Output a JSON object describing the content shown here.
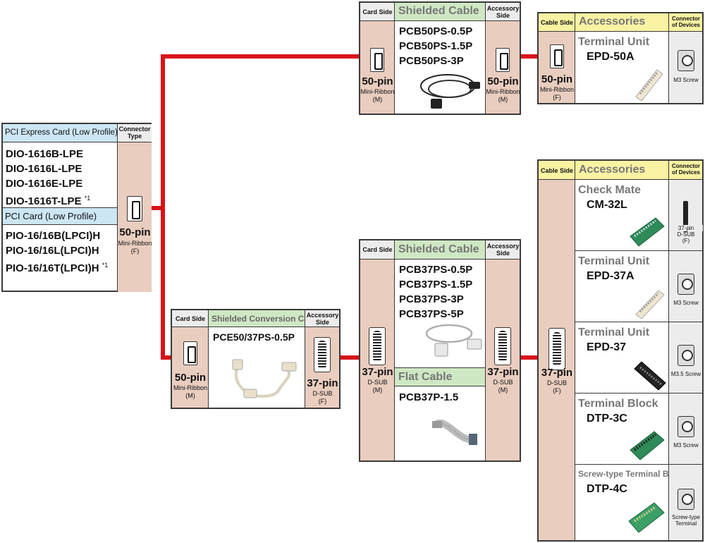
{
  "colors": {
    "cable_line": "#d8121a",
    "pink": "#e9cdbf",
    "green_header": "#cfe8c4",
    "yellow_header": "#f8f2a2",
    "blue_header": "#cce6f4"
  },
  "board": {
    "pcie_header": "PCI Express Card (Low Profile)",
    "connector_type_label": "Connector Type",
    "pcie_items": [
      "DIO-1616B-LPE",
      "DIO-1616L-LPE",
      "DIO-1616E-LPE",
      "DIO-1616T-LPE"
    ],
    "pcie_note": "*1",
    "pci_header": "PCI Card (Low Profile)",
    "pci_items": [
      "PIO-16/16B(LPCI)H",
      "PIO-16/16L(LPCI)H",
      "PIO-16/16T(LPCI)H"
    ],
    "pci_note": "*1",
    "pin": "50-pin",
    "pin_type": "Mini-Ribbon",
    "pin_gender": "(F)"
  },
  "conv": {
    "card_side": "Card Side",
    "title": "Shielded Conversion Cable",
    "acc_side": "Accessory Side",
    "product": "PCE50/37PS-0.5P",
    "left_pin": "50-pin",
    "left_type": "Mini-Ribbon",
    "left_gender": "(M)",
    "right_pin": "37-pin",
    "right_type": "D-SUB",
    "right_gender": "(F)"
  },
  "cable50": {
    "card_side": "Card Side",
    "title": "Shielded Cable",
    "acc_side": "Accessory Side",
    "products": [
      "PCB50PS-0.5P",
      "PCB50PS-1.5P",
      "PCB50PS-3P"
    ],
    "left_pin": "50-pin",
    "left_type": "Mini-Ribbon",
    "left_gender": "(M)",
    "right_pin": "50-pin",
    "right_type": "Mini-Ribbon",
    "right_gender": "(M)"
  },
  "acc50": {
    "cable_side": "Cable Side",
    "title": "Accessories",
    "connector_of_devices": "Connector of Devices",
    "group": "Terminal Unit",
    "product": "EPD-50A",
    "screw": "M3 Screw",
    "pin": "50-pin",
    "pin_type": "Mini-Ribbon",
    "pin_gender": "(F)"
  },
  "cable37": {
    "card_side": "Card Side",
    "title": "Shielded Cable",
    "acc_side": "Accessory Side",
    "products": [
      "PCB37PS-0.5P",
      "PCB37PS-1.5P",
      "PCB37PS-3P",
      "PCB37PS-5P"
    ],
    "flat_title": "Flat Cable",
    "flat_product": "PCB37P-1.5",
    "left_pin": "37-pin",
    "left_type": "D-SUB",
    "left_gender": "(M)",
    "right_pin": "37-pin",
    "right_type": "D-SUB",
    "right_gender": "(M)"
  },
  "acc37": {
    "cable_side": "Cable Side",
    "title": "Accessories",
    "connector_of_devices": "Connector of Devices",
    "pin": "37-pin",
    "pin_type": "D-SUB",
    "pin_gender": "(F)",
    "items": [
      {
        "group": "Check Mate",
        "product": "CM-32L",
        "device_pin": "37-pin",
        "device_type": "D-SUB",
        "device_gender": "(F)"
      },
      {
        "group": "Terminal Unit",
        "product": "EPD-37A",
        "screw": "M3 Screw"
      },
      {
        "group": "Terminal Unit",
        "product": "EPD-37",
        "screw": "M3.5 Screw"
      },
      {
        "group": "Terminal Block",
        "product": "DTP-3C",
        "screw": "M3 Screw"
      },
      {
        "group": "Screw-type Terminal Block",
        "product": "DTP-4C",
        "screw": "Screw-type Terminal"
      }
    ]
  }
}
